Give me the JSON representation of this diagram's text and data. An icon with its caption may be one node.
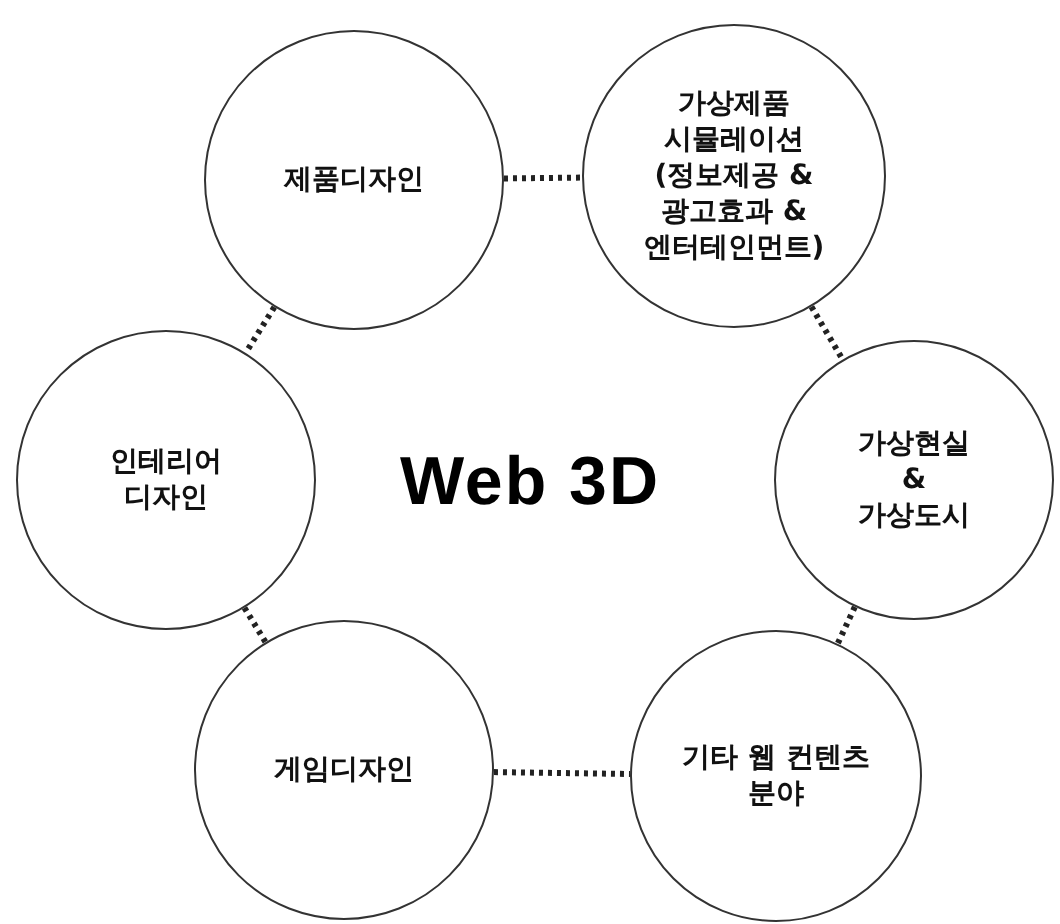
{
  "diagram": {
    "nodes": [
      {
        "text": [
          "제품디자인"
        ]
      },
      {
        "text": [
          "가상제품 시뮬레이션 (정보제공 & 광고효과 &엔터테인먼트)"
        ]
      },
      {
        "text": [
          "인테리어 디자인"
        ]
      },
      {
        "text": [
          "가상현실 & 가상도시"
        ]
      },
      {
        "text": [
          "게임디자인"
        ]
      },
      {
        "text": [
          "기타 웹 컨텐츠 분야"
        ]
      }
    ],
    "edges": [
      {
        "from": 0,
        "to": 1,
        "arrow": "none"
      },
      {
        "from": 1,
        "to": 3,
        "arrow": "none"
      },
      {
        "from": 3,
        "to": 5,
        "arrow": "none"
      },
      {
        "from": 4,
        "to": 5,
        "arrow": "none"
      },
      {
        "from": 2,
        "to": 4,
        "arrow": "none"
      },
      {
        "from": 0,
        "to": 2,
        "arrow": "none"
      }
    ],
    "labels": [
      "Web 3D"
    ]
  }
}
